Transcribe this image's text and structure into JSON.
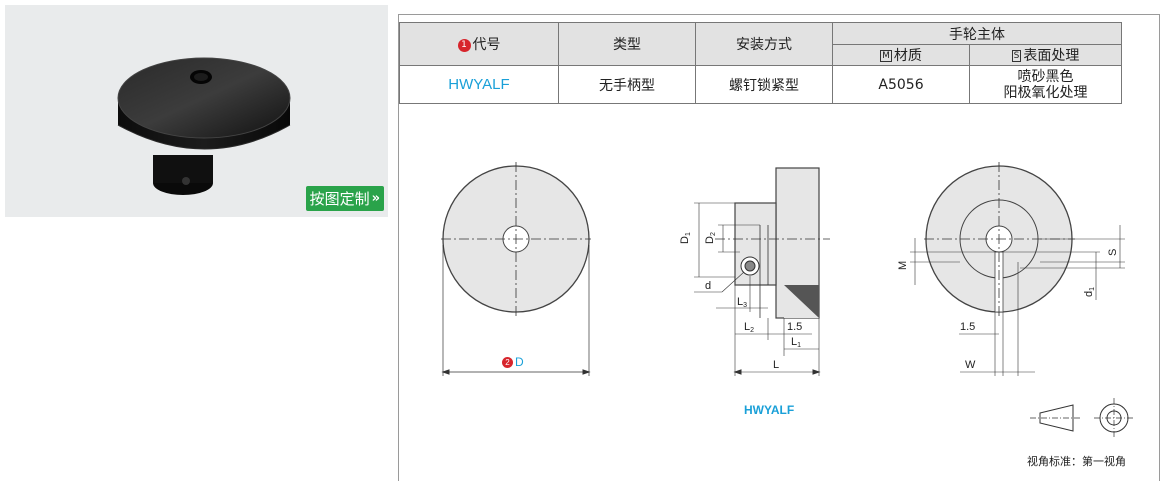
{
  "photo": {
    "custom_button_label": "按图定制",
    "custom_button_arrow": "»"
  },
  "table": {
    "header_code": "代号",
    "header_code_badge": "1",
    "header_type": "类型",
    "header_mount": "安装方式",
    "header_body": "手轮主体",
    "header_material_box": "M",
    "header_material": "材质",
    "header_surface_box": "S",
    "header_surface": "表面处理",
    "row": {
      "code": "HWYALF",
      "type": "无手柄型",
      "mount": "螺钉锁紧型",
      "material": "A5056",
      "surface_line1": "喷砂黑色",
      "surface_line2": "阳极氧化处理"
    }
  },
  "drawing": {
    "dim_D_badge": "2",
    "dim_D": "D",
    "dim_D1": "D1",
    "dim_D2": "D2",
    "dim_d": "d",
    "dim_L3": "L3",
    "dim_L2": "L2",
    "dim_1_5_side": "1.5",
    "dim_L1": "L1",
    "dim_L": "L",
    "dim_M": "M",
    "dim_S": "S",
    "dim_d1": "d1",
    "dim_1_5_front": "1.5",
    "dim_W": "W",
    "model_label": "HWYALF",
    "projection_label": "视角标准：第一视角"
  }
}
